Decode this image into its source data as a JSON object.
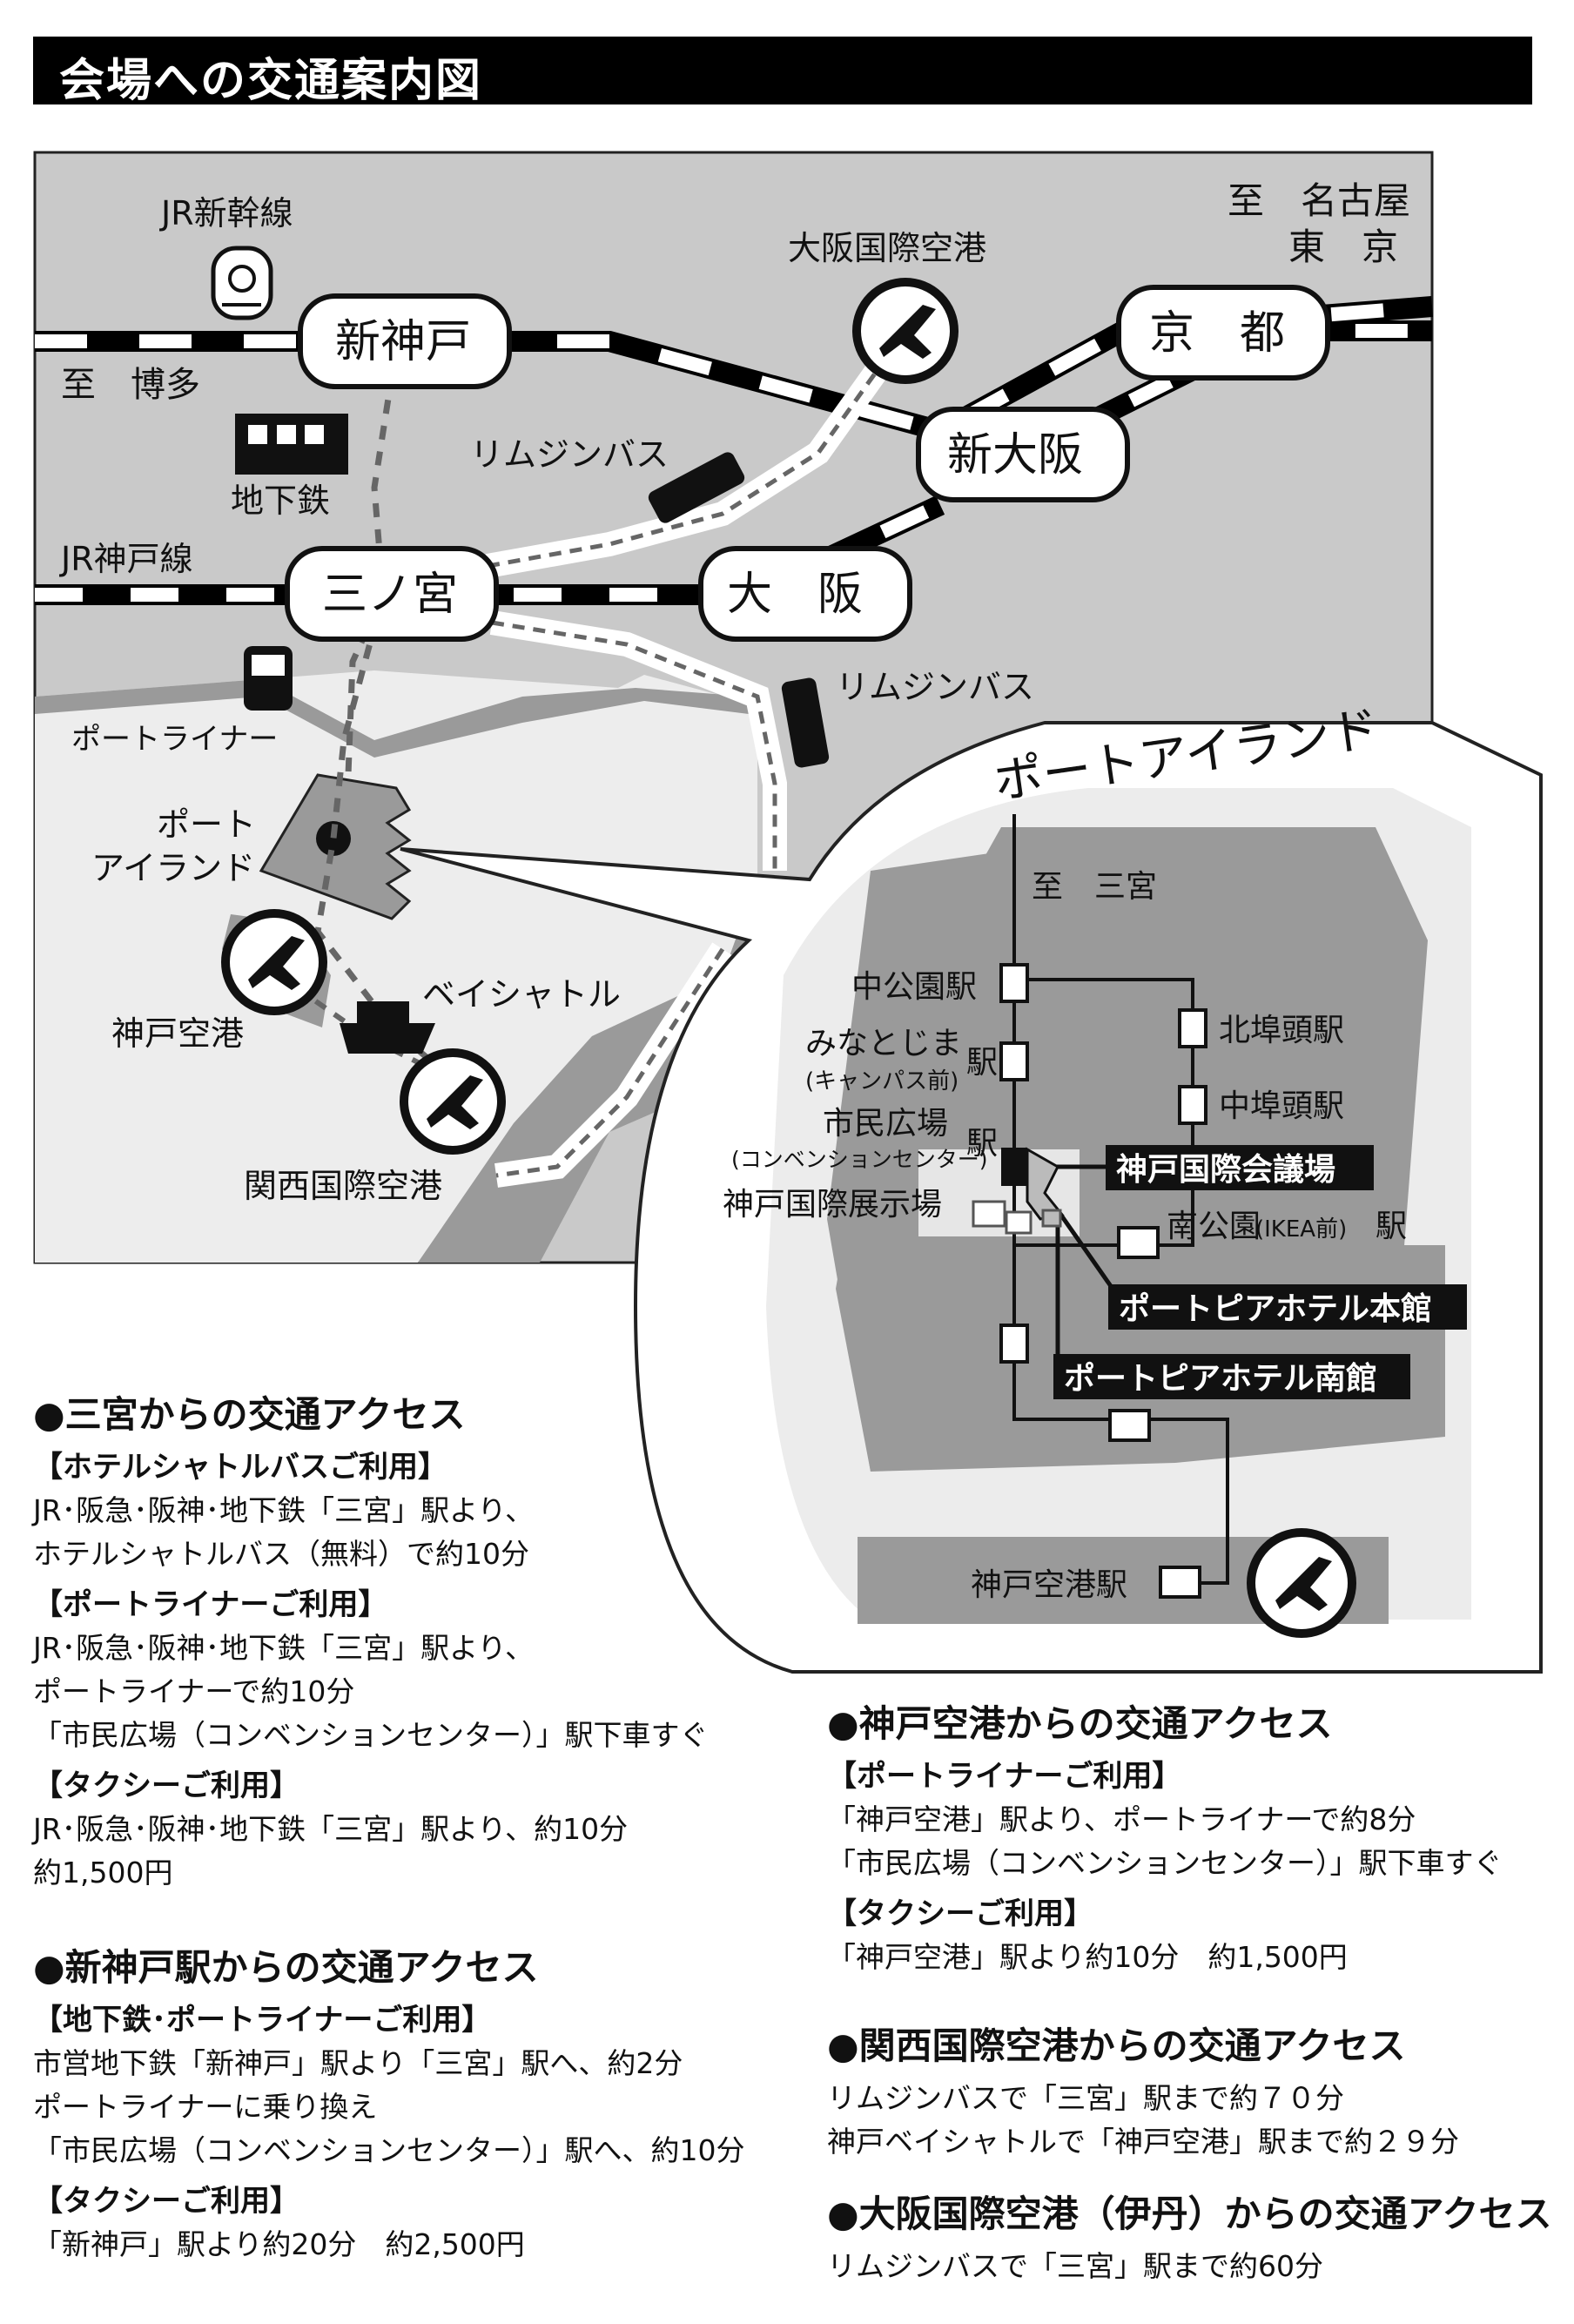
{
  "title": "会場への交通案内図",
  "map": {
    "to_nagoya_1": "至　名古屋",
    "to_nagoya_2": "東　京",
    "to_hakata": "至　博多",
    "jr_shinkansen": "JR新幹線",
    "jr_kobe_line": "JR神戸線",
    "subway": "地下鉄",
    "port_liner": "ポートライナー",
    "limousine_bus_1": "リムジンバス",
    "limousine_bus_2": "リムジンバス",
    "bay_shuttle": "ベイシャトル",
    "port_island_small_1": "ポート",
    "port_island_small_2": "アイランド",
    "kobe_airport": "神戸空港",
    "kansai_airport": "関西国際空港",
    "osaka_airport": "大阪国際空港",
    "stations": {
      "shin_kobe": "新神戸",
      "sannomiya": "三ノ宮",
      "osaka": "大　阪",
      "shin_osaka": "新大阪",
      "kyoto": "京　都"
    },
    "inset": {
      "title": "ポートアイランド",
      "to_sannomiya": "至　三宮",
      "naka_koen": "中公園駅",
      "minatojima_1": "みなとじま",
      "minatojima_2": "(キャンパス前)",
      "minatojima_eki": "駅",
      "shimin_1": "市民広場",
      "shimin_2": "(コンベンションセンター)",
      "shimin_eki": "駅",
      "exhibition": "神戸国際展示場",
      "kita_futo": "北埠頭駅",
      "naka_futo": "中埠頭駅",
      "minami_koen": "南公園",
      "minami_koen_sub": "(IKEA前)",
      "minami_koen_eki": "駅",
      "airport_station": "神戸空港駅",
      "conference_center": "神戸国際会議場",
      "hotel_main": "ポートピアホテル本館",
      "hotel_south": "ポートピアホテル南館"
    }
  },
  "access": {
    "sannomiya": {
      "heading": "●三宮からの交通アクセス",
      "sections": [
        {
          "title": "【ホテルシャトルバスご利用】",
          "lines": [
            "JR･阪急･阪神･地下鉄「三宮」駅より、",
            "ホテルシャトルバス（無料）で約10分"
          ]
        },
        {
          "title": "【ポートライナーご利用】",
          "lines": [
            "JR･阪急･阪神･地下鉄「三宮」駅より、",
            "ポートライナーで約10分",
            "「市民広場（コンベンションセンター）」駅下車すぐ"
          ]
        },
        {
          "title": "【タクシーご利用】",
          "lines": [
            "JR･阪急･阪神･地下鉄「三宮」駅より、約10分",
            "約1,500円"
          ]
        }
      ]
    },
    "shinkobe": {
      "heading": "●新神戸駅からの交通アクセス",
      "sections": [
        {
          "title": "【地下鉄･ポートライナーご利用】",
          "lines": [
            "市営地下鉄「新神戸」駅より「三宮」駅へ、約2分",
            "ポートライナーに乗り換え",
            "「市民広場（コンベンションセンター）」駅へ、約10分"
          ]
        },
        {
          "title": "【タクシーご利用】",
          "lines": [
            "「新神戸」駅より約20分　約2,500円"
          ]
        }
      ]
    },
    "kobe_airport": {
      "heading": "●神戸空港からの交通アクセス",
      "sections": [
        {
          "title": "【ポートライナーご利用】",
          "lines": [
            "「神戸空港」駅より、ポートライナーで約8分",
            "「市民広場（コンベンションセンター）」駅下車すぐ"
          ]
        },
        {
          "title": "【タクシーご利用】",
          "lines": [
            "「神戸空港」駅より約10分　約1,500円"
          ]
        }
      ]
    },
    "kansai": {
      "heading": "●関西国際空港からの交通アクセス",
      "lines": [
        "リムジンバスで「三宮」駅まで約７０分",
        "神戸ベイシャトルで「神戸空港」駅まで約２９分"
      ]
    },
    "itami": {
      "heading": "●大阪国際空港（伊丹）からの交通アクセス",
      "lines": [
        "リムジンバスで「三宮」駅まで約60分"
      ]
    }
  }
}
